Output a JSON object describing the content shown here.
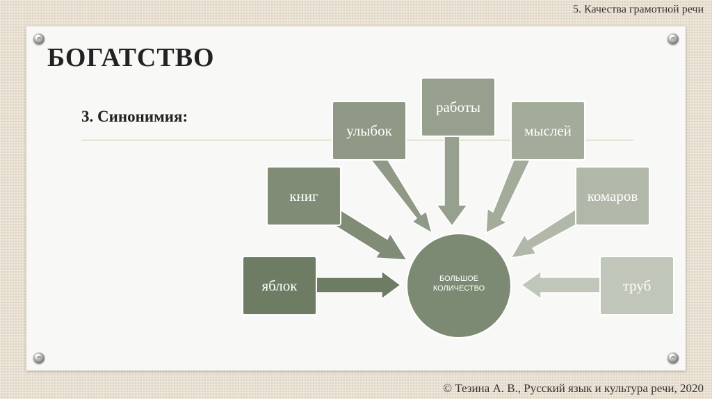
{
  "slide": {
    "header_caption": "5. Качества грамотной речи",
    "footer_caption": "© Тезина А. В., Русский язык и культура речи, 2020",
    "title": "БОГАТСТВО",
    "subtitle": "3. Синонимия:"
  },
  "diagram": {
    "center": {
      "line1": "БОЛЬШОЕ",
      "line2": "КОЛИЧЕСТВО",
      "color": "#7c8a73"
    },
    "items": [
      {
        "label": "яблок",
        "color": "#6e7c64"
      },
      {
        "label": "книг",
        "color": "#808c76"
      },
      {
        "label": "улыбок",
        "color": "#8f9986"
      },
      {
        "label": "работы",
        "color": "#979f8e"
      },
      {
        "label": "мыслей",
        "color": "#a3ab9a"
      },
      {
        "label": "комаров",
        "color": "#b1b8a9"
      },
      {
        "label": "труб",
        "color": "#c0c6b9"
      }
    ]
  }
}
